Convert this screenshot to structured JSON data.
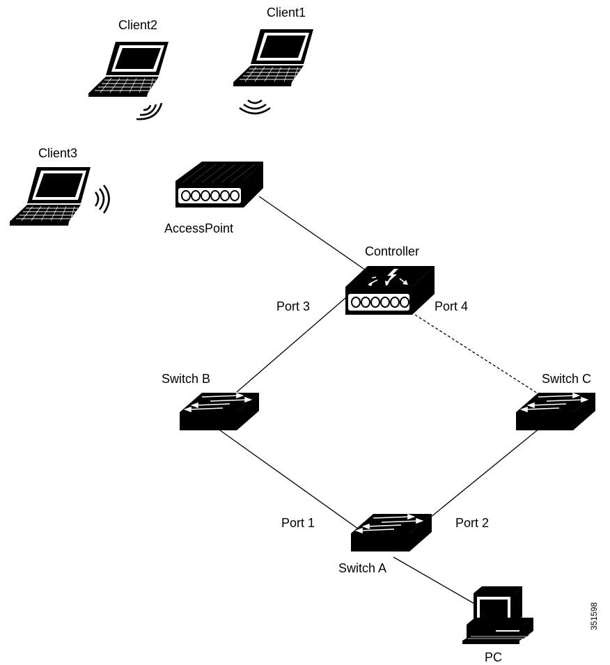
{
  "labels": {
    "client1": "Client1",
    "client2": "Client2",
    "client3": "Client3",
    "access_point": "AccessPoint",
    "controller": "Controller",
    "port3": "Port 3",
    "port4": "Port 4",
    "switch_b": "Switch B",
    "switch_c": "Switch C",
    "port1": "Port 1",
    "port2": "Port 2",
    "switch_a": "Switch A",
    "pc": "PC",
    "figure_id": "351598"
  },
  "links": [
    {
      "from": "AccessPoint",
      "to": "Controller",
      "style": "solid"
    },
    {
      "from": "Controller",
      "to": "Switch B",
      "style": "solid"
    },
    {
      "from": "Controller",
      "to": "Switch C",
      "style": "dashed"
    },
    {
      "from": "Switch B",
      "to": "Switch A",
      "style": "solid"
    },
    {
      "from": "Switch C",
      "to": "Switch A",
      "style": "solid"
    },
    {
      "from": "Switch A",
      "to": "PC",
      "style": "solid"
    }
  ],
  "icons": [
    "laptop-icon",
    "wireless-signal-icon",
    "access-point-icon",
    "controller-icon",
    "switch-icon",
    "pc-icon"
  ]
}
